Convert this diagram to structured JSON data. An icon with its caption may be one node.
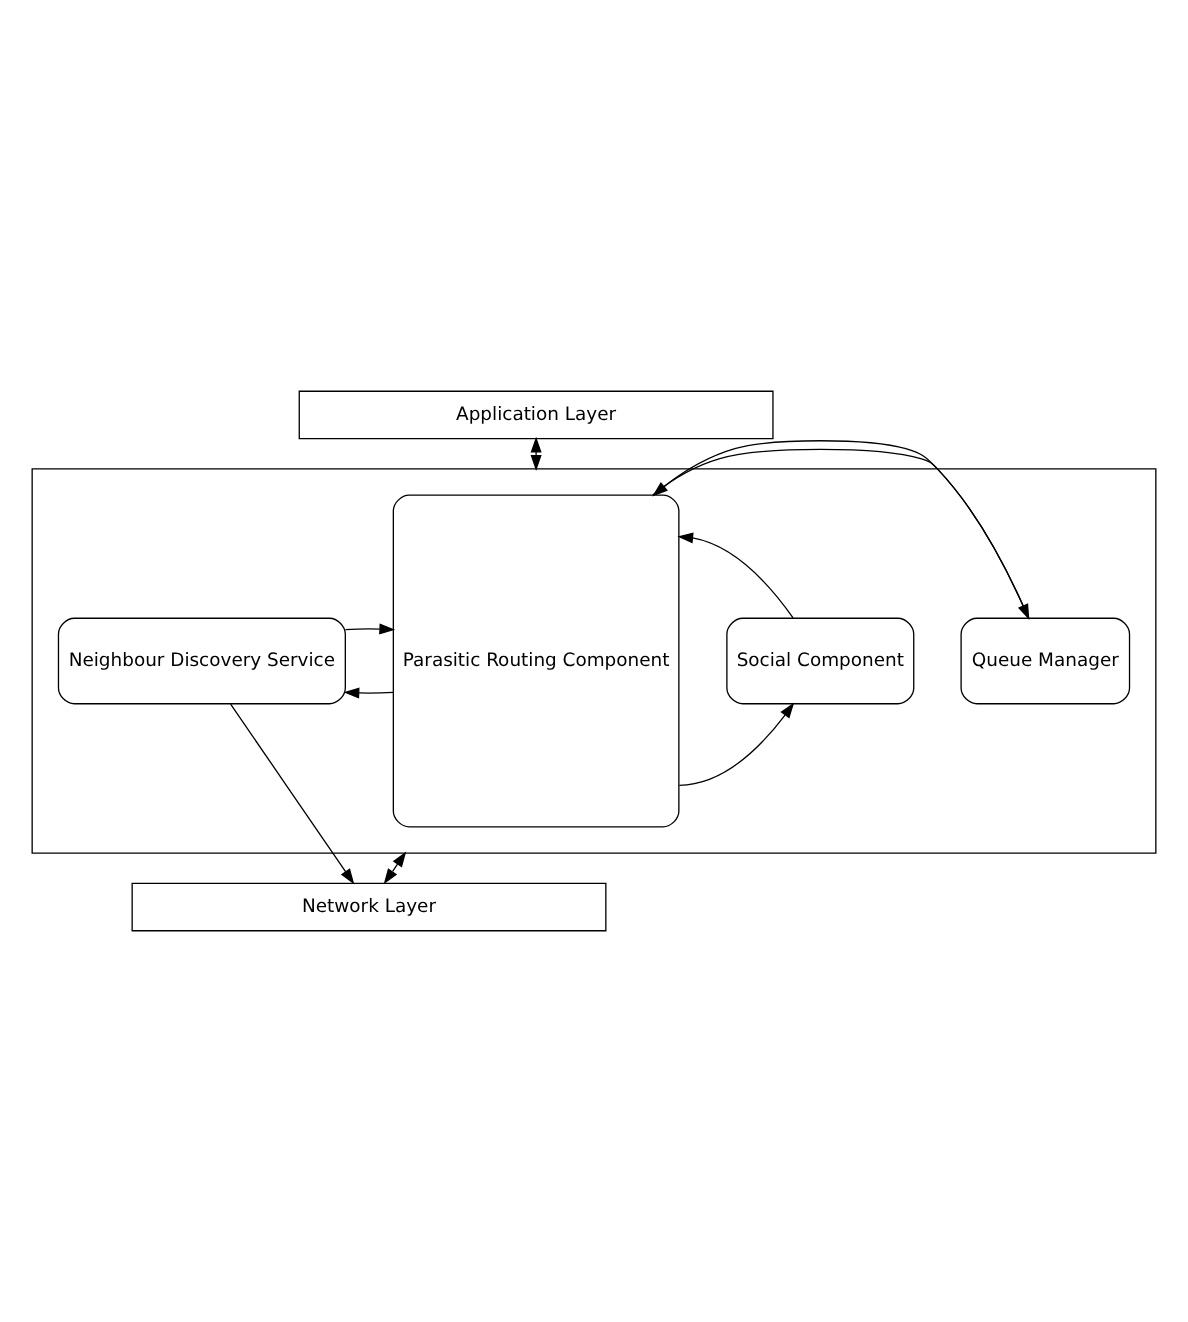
{
  "diagram": {
    "nodes": [
      {
        "text": [
          "Application Layer"
        ]
      },
      {
        "text": [],
        "shape": "box"
      },
      {
        "text": [
          "Parasitic Routing Component"
        ],
        "in": 1
      },
      {
        "text": [
          "Queue Manager"
        ],
        "in": 1
      },
      {
        "text": [
          "Social Component"
        ],
        "in": 1
      },
      {
        "text": [
          "Neighbour Discovery Service"
        ],
        "in": 1
      },
      {
        "text": [
          "Network Layer"
        ]
      }
    ],
    "edges": [
      {
        "from": 0,
        "to": 1,
        "arrow": "both"
      },
      {
        "from": 2,
        "to": 3,
        "arrow": "to"
      },
      {
        "from": 3,
        "to": 2,
        "arrow": "to"
      },
      {
        "from": 2,
        "to": 4,
        "arrow": "to"
      },
      {
        "from": 4,
        "to": 2,
        "arrow": "to"
      },
      {
        "from": 2,
        "to": 5,
        "arrow": "to"
      },
      {
        "from": 5,
        "to": 2,
        "arrow": "to"
      },
      {
        "from": 1,
        "to": 6,
        "arrow": "both"
      },
      {
        "from": 5,
        "to": 6,
        "arrow": "to"
      }
    ]
  }
}
